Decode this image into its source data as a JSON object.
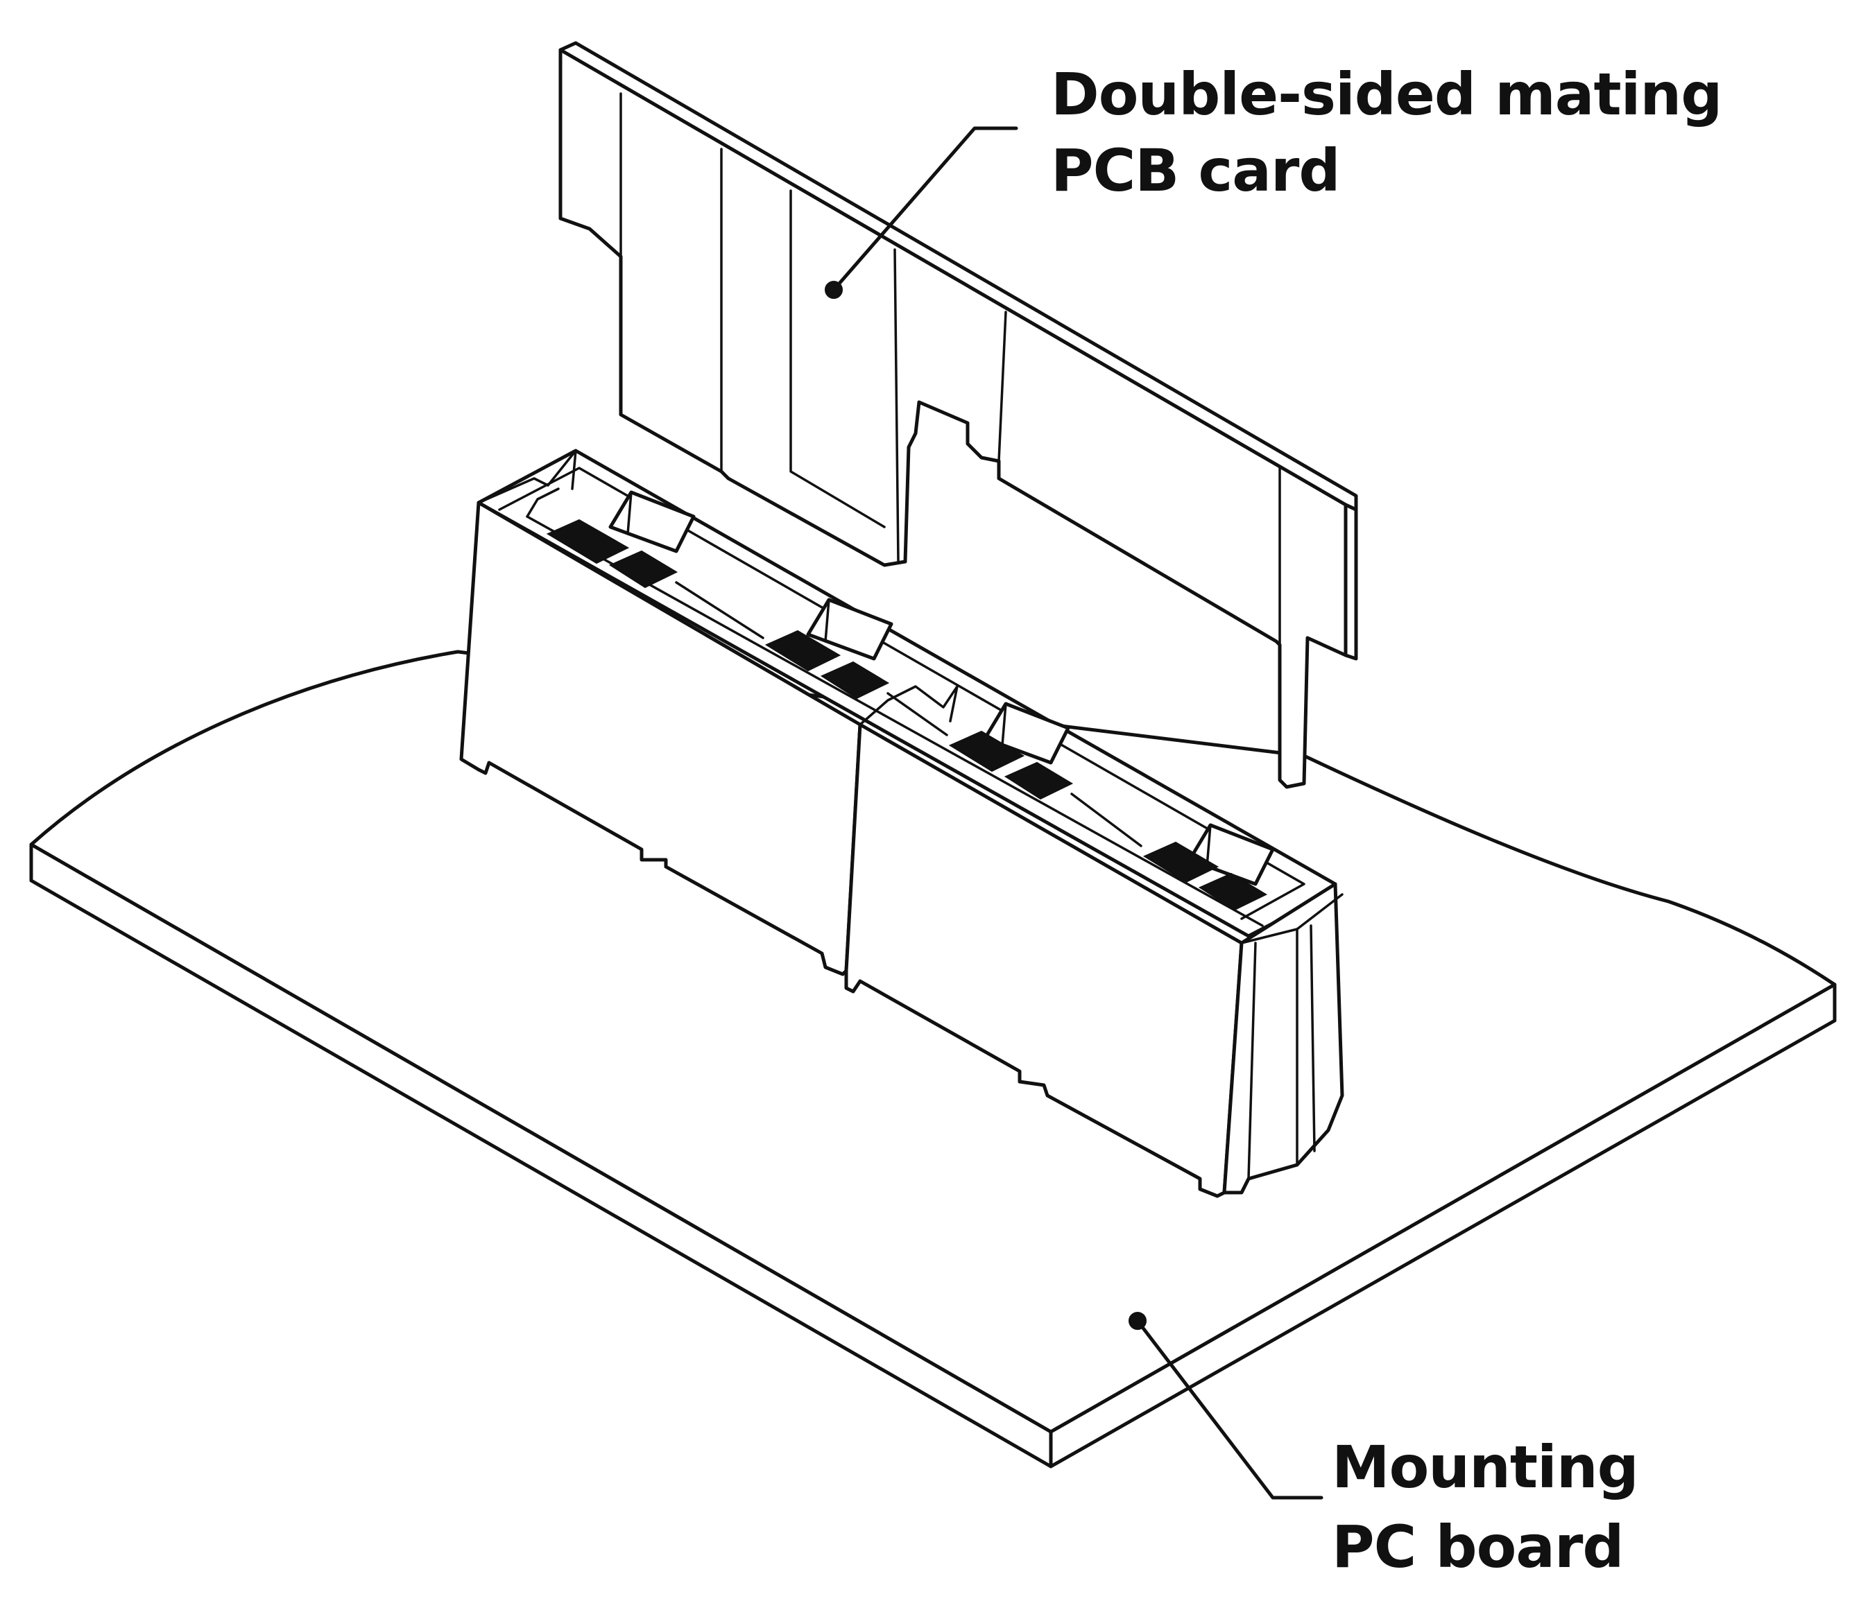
{
  "labels": {
    "card_line1": "Double-sided mating",
    "card_line2": "PCB card",
    "board_line1": "Mounting",
    "board_line2": "PC board"
  },
  "colors": {
    "ink": "#111111",
    "background": "#ffffff"
  }
}
